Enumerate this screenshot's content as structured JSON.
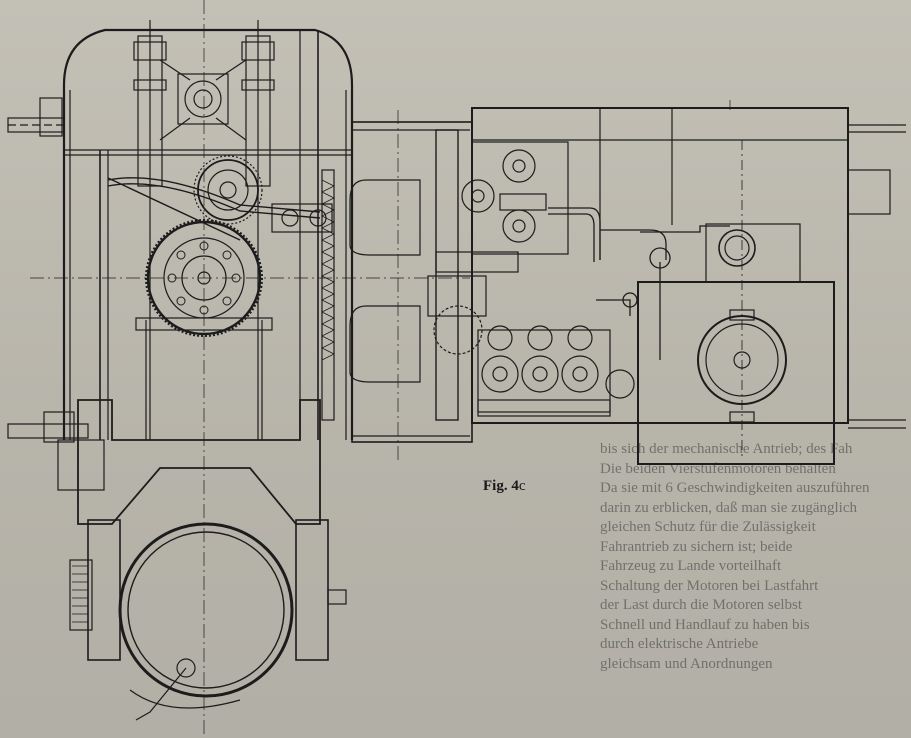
{
  "figure": {
    "caption_prefix": "Fig. 4",
    "caption_suffix": "c"
  },
  "bleed_text": {
    "left_lines": [
      "",
      "",
      "",
      "",
      "",
      "",
      "",
      "",
      "",
      "",
      "",
      "",
      "",
      "",
      ""
    ],
    "right_lines": [
      "bis sich der mechanische Antrieb; des Fah",
      "Die beiden Vierstufenmotoren behalten",
      "Da sie mit 6 Geschwindigkeiten auszuführen",
      "darin zu erblicken, daß man sie zugänglich",
      "gleichen Schutz für die Zulässigkeit",
      "Fahrantrieb zu sichern ist; beide",
      "Fahrzeug zu Lande vorteilhaft",
      "Schaltung der Motoren bei Lastfahrt",
      "der Last durch die Motoren selbst",
      "Schnell und Handlauf zu haben bis",
      "durch elektrische Antriebe",
      "gleichsam und Anordnungen"
    ]
  }
}
